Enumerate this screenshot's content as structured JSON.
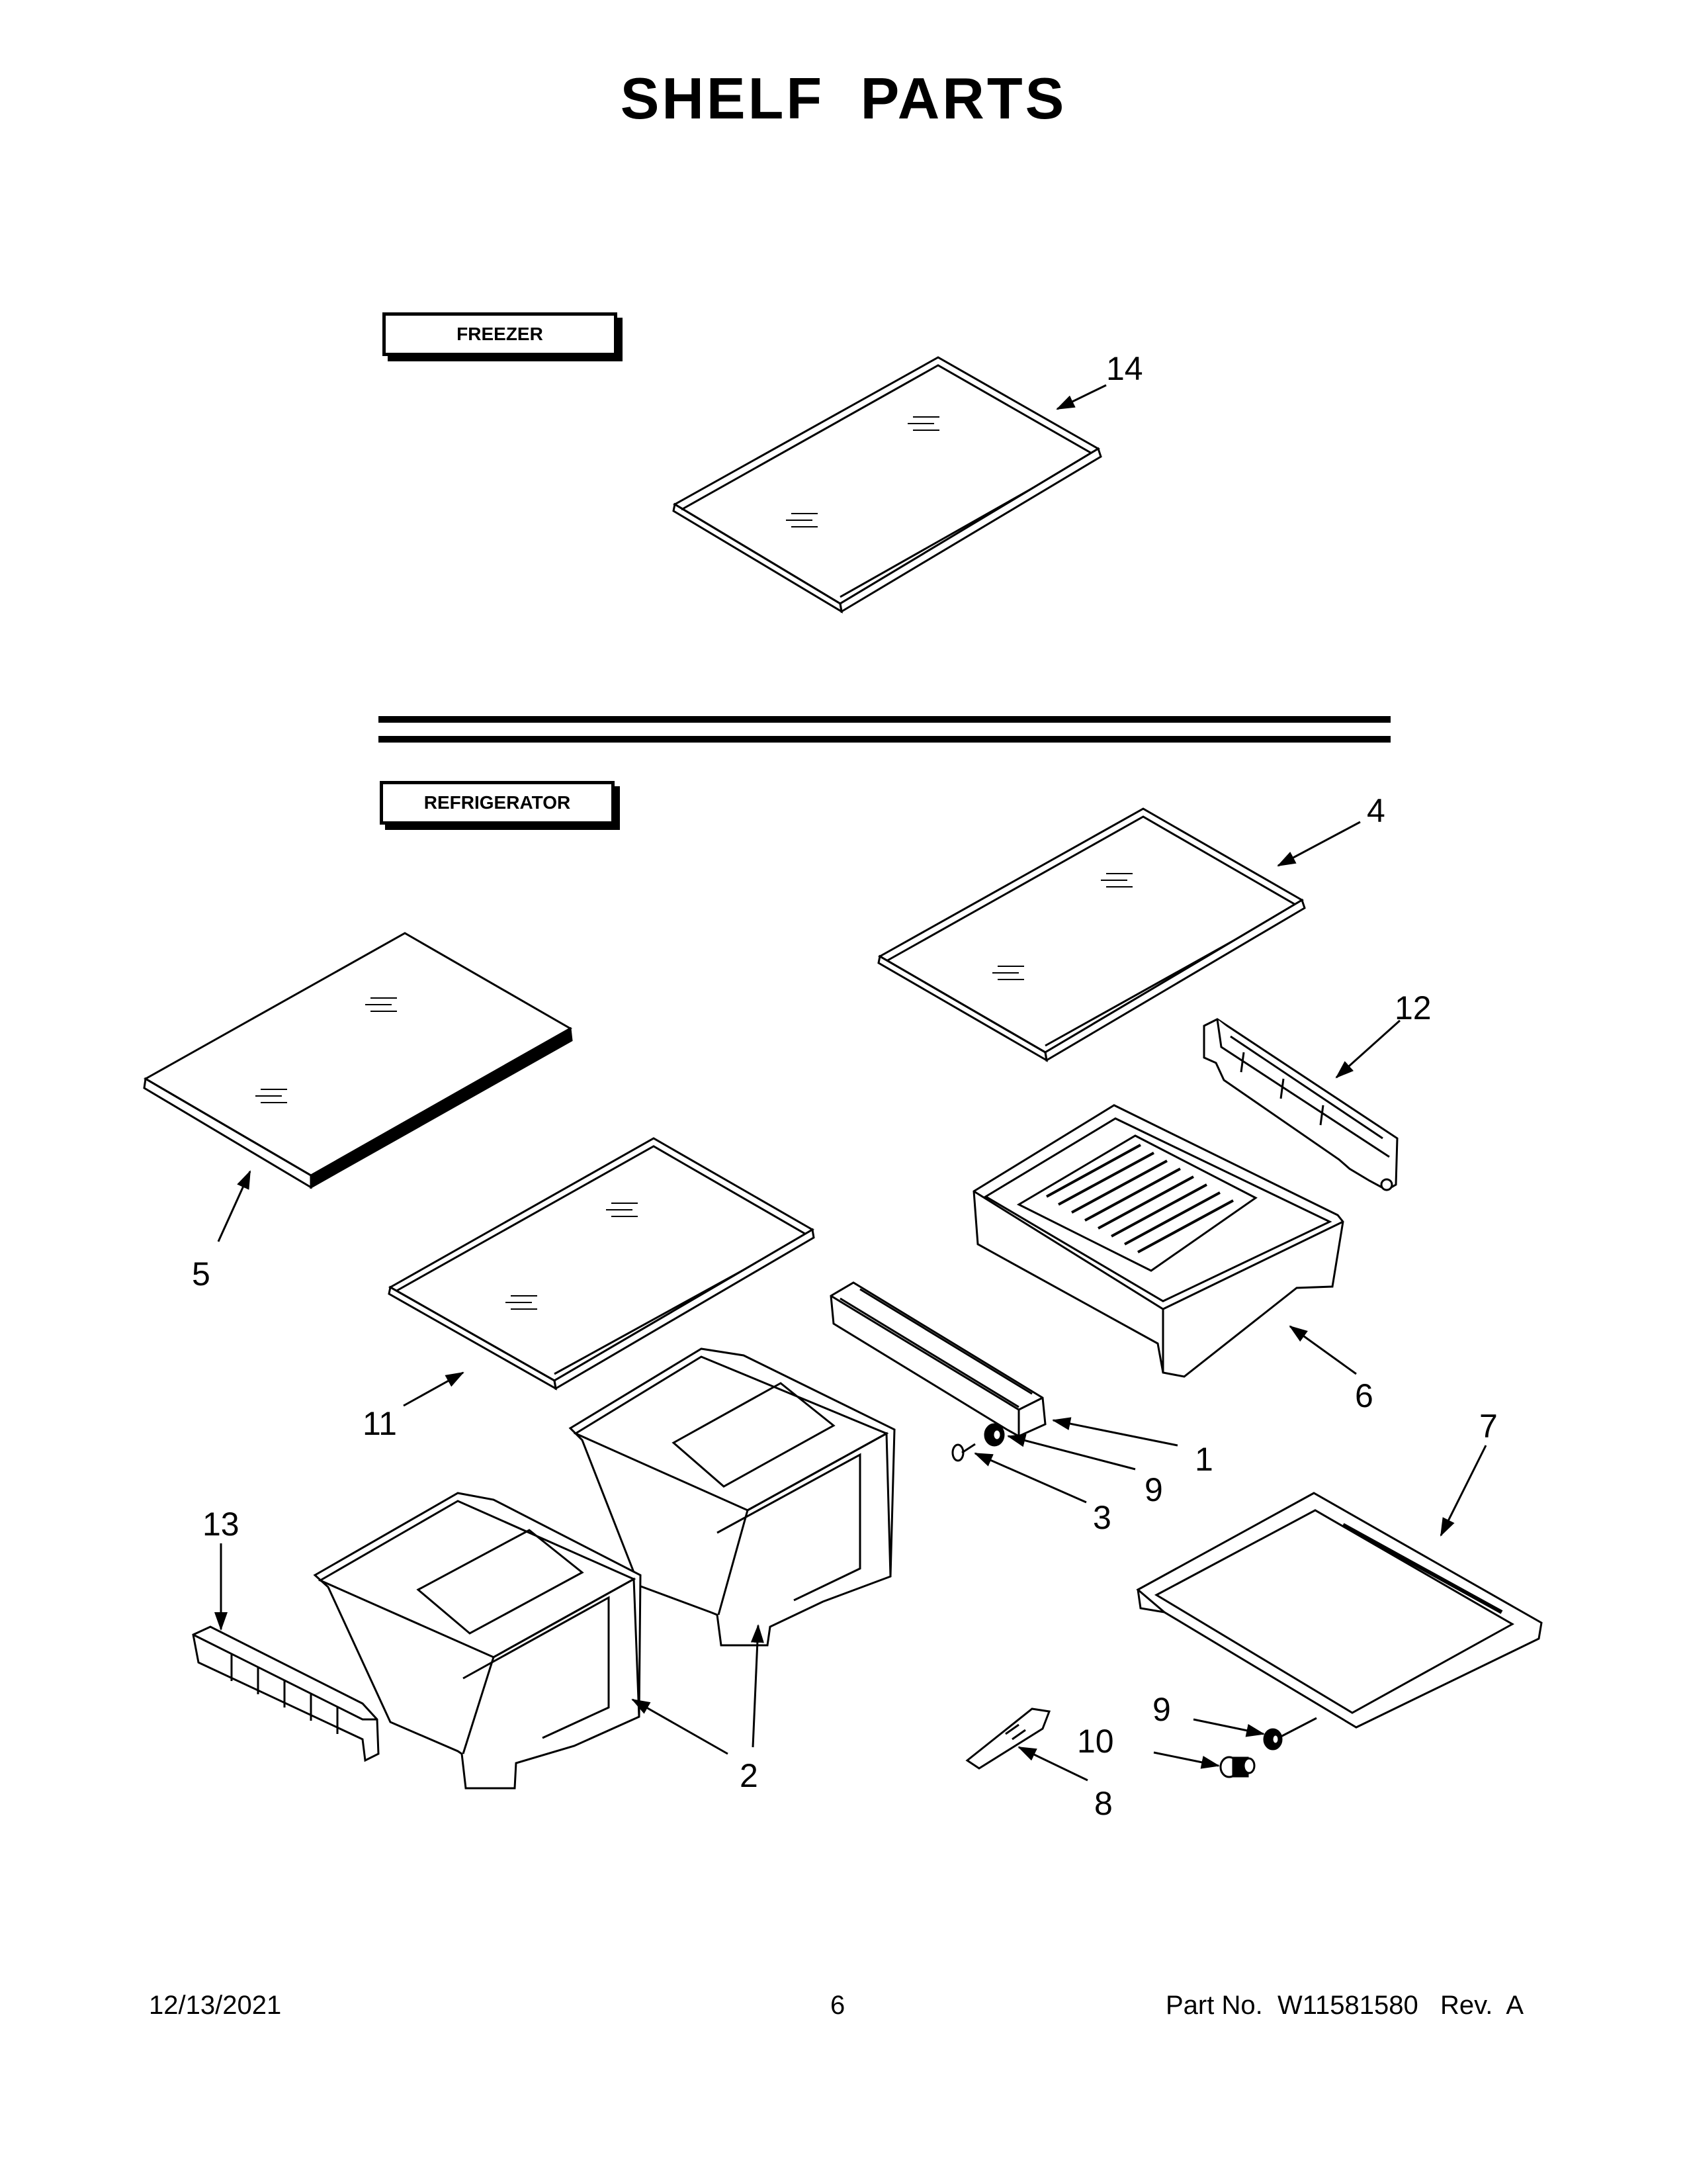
{
  "title": "SHELF PARTS",
  "sections": {
    "freezer": "FREEZER",
    "refrigerator": "REFRIGERATOR"
  },
  "callouts": {
    "c14": "14",
    "c4": "4",
    "c12": "12",
    "c5": "5",
    "c6": "6",
    "c11": "11",
    "c1": "1",
    "c9a": "9",
    "c3": "3",
    "c7": "7",
    "c13": "13",
    "c2": "2",
    "c9b": "9",
    "c10": "10",
    "c8": "8"
  },
  "footer": {
    "date": "12/13/2021",
    "page": "6",
    "part": "Part No.  W11581580   Rev.  A"
  }
}
